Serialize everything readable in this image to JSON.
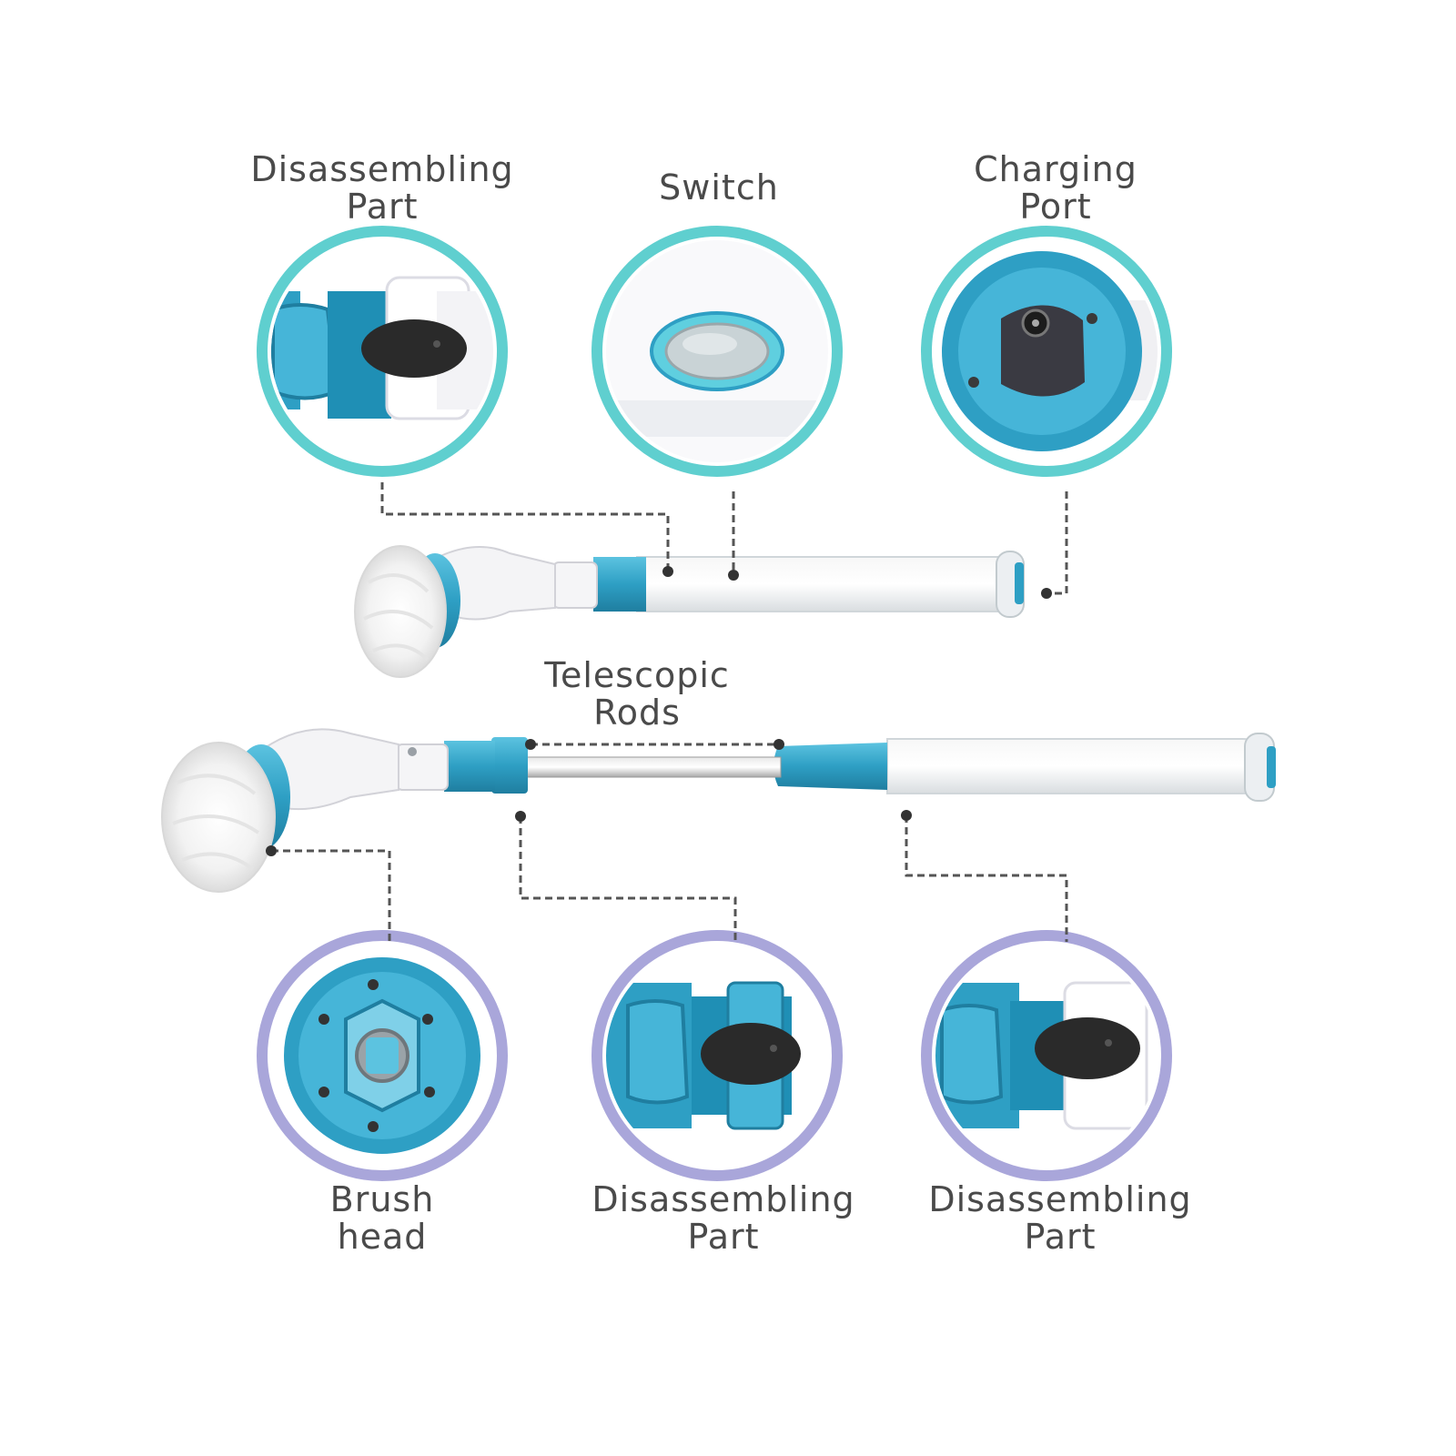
{
  "colors": {
    "accent_teal": "#5fcfcf",
    "accent_lavender": "#a9a6da",
    "product_blue": "#2e9fc4",
    "dash_line": "#555555",
    "text": "#4a4a4a"
  },
  "callouts": [
    {
      "id": "top-disassembling",
      "lines": [
        "Disassembling",
        "Part"
      ],
      "icon": "lock-clip-icon"
    },
    {
      "id": "switch",
      "lines": [
        "Switch"
      ],
      "icon": "power-switch-icon"
    },
    {
      "id": "charging-port",
      "lines": [
        "Charging",
        "Port"
      ],
      "icon": "charging-port-icon"
    },
    {
      "id": "telescopic-rods",
      "lines": [
        "Telescopic",
        "Rods"
      ]
    },
    {
      "id": "brush-head",
      "lines": [
        "Brush",
        "head"
      ],
      "icon": "brush-mount-icon"
    },
    {
      "id": "bottom-disassembling-middle",
      "lines": [
        "Disassembling",
        "Part"
      ],
      "icon": "lock-clip-icon"
    },
    {
      "id": "bottom-disassembling-right",
      "lines": [
        "Disassembling",
        "Part"
      ],
      "icon": "lock-clip-icon"
    }
  ]
}
